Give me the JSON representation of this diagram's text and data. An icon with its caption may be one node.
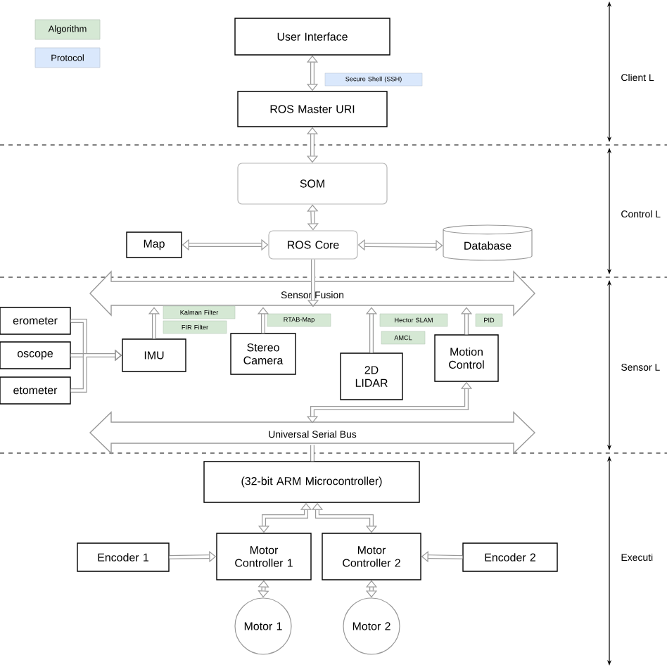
{
  "diagram": {
    "nodes": [
      {
        "text": [
          "User Interface"
        ]
      },
      {
        "text": [
          "ROS Master URI"
        ]
      },
      {
        "text": [
          "SOM"
        ]
      },
      {
        "text": [
          "Map"
        ]
      },
      {
        "text": [
          "ROS Core"
        ]
      },
      {
        "text": [
          "Database"
        ]
      },
      {
        "text": [
          "Sensor Fusion"
        ]
      },
      {
        "text": [
          "erometer"
        ]
      },
      {
        "text": [
          "oscope"
        ]
      },
      {
        "text": [
          "etometer"
        ]
      },
      {
        "text": [
          "IMU"
        ]
      },
      {
        "text": [
          "Stereo Camera"
        ]
      },
      {
        "text": [
          "2D LIDAR"
        ]
      },
      {
        "text": [
          "Motion Control"
        ]
      },
      {
        "text": [
          "Universal Serial Bus"
        ]
      },
      {
        "text": [
          "(32-bit ARM Microcontroller)"
        ]
      },
      {
        "text": [
          "Encoder 1"
        ]
      },
      {
        "text": [
          "Motor Controller 1"
        ]
      },
      {
        "text": [
          "Motor Controller 2"
        ]
      },
      {
        "text": [
          "Encoder 2"
        ]
      },
      {
        "text": [
          "Motor 1"
        ]
      },
      {
        "text": [
          "Motor 2"
        ]
      },
      {
        "text": [
          "Secure Shell (SSH)"
        ]
      },
      {
        "text": [
          "Kalman Filter"
        ]
      },
      {
        "text": [
          "FIR Filter"
        ]
      },
      {
        "text": [
          "RTAB-Map"
        ]
      },
      {
        "text": [
          "Hector SLAM"
        ]
      },
      {
        "text": [
          "AMCL"
        ]
      },
      {
        "text": [
          "PID"
        ]
      }
    ],
    "edges": [
      {
        "from": 0,
        "to": 1,
        "arrow": "both"
      },
      {
        "from": 1,
        "to": 2,
        "arrow": "both"
      },
      {
        "from": 2,
        "to": 4,
        "arrow": "both"
      },
      {
        "from": 3,
        "to": 4,
        "arrow": "both"
      },
      {
        "from": 4,
        "to": 5,
        "arrow": "both"
      },
      {
        "from": 4,
        "to": 6,
        "arrow": "to"
      },
      {
        "from": 7,
        "to": 10,
        "arrow": "to"
      },
      {
        "from": 8,
        "to": 10,
        "arrow": "to"
      },
      {
        "from": 9,
        "to": 10,
        "arrow": "to"
      },
      {
        "from": 10,
        "to": 6,
        "arrow": "to"
      },
      {
        "from": 11,
        "to": 6,
        "arrow": "to"
      },
      {
        "from": 12,
        "to": 6,
        "arrow": "to"
      },
      {
        "from": 13,
        "to": 6,
        "arrow": "to"
      },
      {
        "from": 14,
        "to": 13,
        "arrow": "both"
      },
      {
        "from": 14,
        "to": 15,
        "arrow": "none"
      },
      {
        "from": 15,
        "to": 17,
        "arrow": "both"
      },
      {
        "from": 15,
        "to": 18,
        "arrow": "both"
      },
      {
        "from": 16,
        "to": 17,
        "arrow": "to"
      },
      {
        "from": 19,
        "to": 18,
        "arrow": "to"
      },
      {
        "from": 17,
        "to": 20,
        "arrow": "both"
      },
      {
        "from": 18,
        "to": 21,
        "arrow": "both"
      }
    ],
    "labels": [
      "Client L",
      "Control L",
      "Sensor L",
      "Executi"
    ],
    "legend": [
      {
        "text": "Algorithm",
        "color": "#d5e8d4"
      },
      {
        "text": "Protocol",
        "color": "#dae8fc"
      }
    ]
  }
}
